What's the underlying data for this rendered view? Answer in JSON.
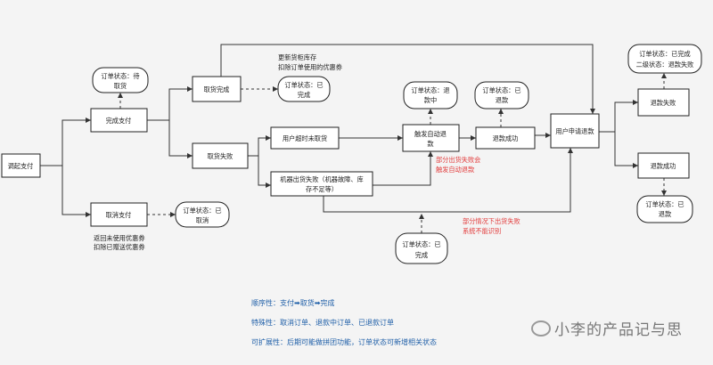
{
  "nodes": {
    "start": "调起支付",
    "pay_done": "完成支付",
    "cancel_pay": "取消支付",
    "pickup_done": "取货完成",
    "pickup_fail": "取货失败",
    "user_timeout": "用户超时未取货",
    "machine_fail": [
      "机器出货失败（机器故障、库",
      "存不足等）"
    ],
    "auto_refund": [
      "触发自动退",
      "款"
    ],
    "refund_ok": "退款成功",
    "user_refund": "用户申请退款",
    "refund_fail": "退款失败",
    "refund_ok2": "退款成功"
  },
  "states": {
    "pending": [
      "订单状态：待",
      "取货"
    ],
    "done1": [
      "订单状态：已",
      "完成"
    ],
    "cancelled": [
      "订单状态：已",
      "取消"
    ],
    "refunding": [
      "订单状态：退",
      "款中"
    ],
    "refunded1": [
      "订单状态：已",
      "退款"
    ],
    "done2": [
      "订单状态：已",
      "完成"
    ],
    "done_sub": [
      "订单状态：已完成",
      "二级状态：退款失败"
    ],
    "refunded2": [
      "订单状态：已",
      "退款"
    ]
  },
  "annotations": {
    "update_stock": [
      "更新货柜库存",
      "扣除订单使用的优惠券"
    ],
    "return_coupon": [
      "返回未使用优惠券",
      "扣除已赠送优惠券"
    ],
    "partial_fail": [
      "部分出货失败会",
      "触发自动退款"
    ],
    "partial_unknown": [
      "部分情况下出货失败",
      "系统不能识别"
    ]
  },
  "notes": {
    "sequence": "顺序性：支付➡取货➡完成",
    "special": "特殊性：取消订单、退款中订单、已退款订单",
    "extensible": "可扩展性：后期可能做拼团功能，订单状态可新增相关状态"
  },
  "watermark": "小李的产品记与思",
  "colors": {
    "note_blue": "#1f5fa8",
    "warn_red": "#e23b3b"
  }
}
